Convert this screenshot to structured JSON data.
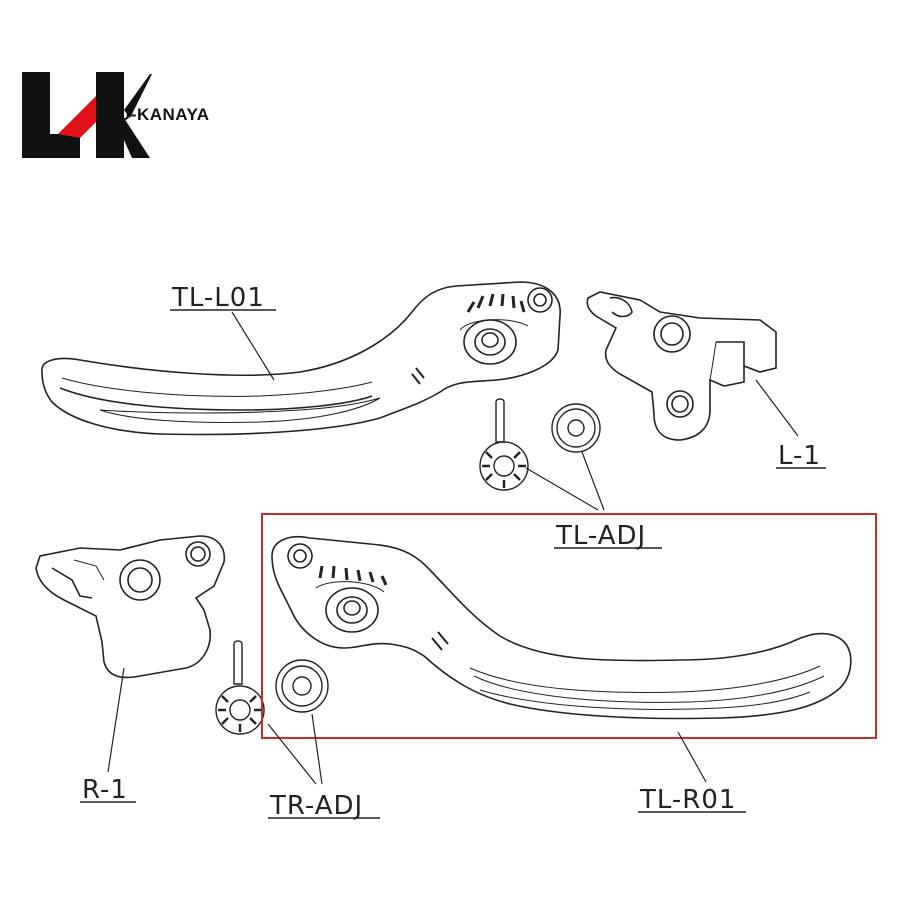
{
  "brand": {
    "name": "U-KANAYA",
    "logo_mark": "UK",
    "colors": {
      "mark_black": "#111111",
      "mark_red": "#e1111b"
    }
  },
  "callouts": {
    "tl_l01": "TL-L01",
    "l_1": "L-1",
    "tl_adj": "TL-ADJ",
    "r_1": "R-1",
    "tr_adj": "TR-ADJ",
    "tl_r01": "TL-R01"
  },
  "colors": {
    "line_art": "#222222",
    "highlight_box": "#cc2b2b"
  }
}
